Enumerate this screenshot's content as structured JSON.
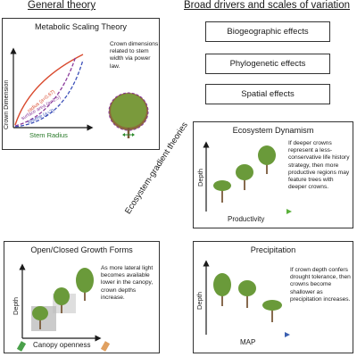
{
  "headings": {
    "general": "General theory",
    "broad": "Broad drivers and scales of variation"
  },
  "drivers": [
    "Biogeographic effects",
    "Phylogenetic effects",
    "Spatial effects"
  ],
  "diagonal_label": "Ecosystem-gradient theories",
  "metabolic": {
    "title": "Metabolic Scaling Theory",
    "description": "Crown dimensions related to stem width via power law.",
    "y_axis": "Crown Dimension",
    "x_axis": "Stem Radius",
    "curves": [
      "radius (a=0.67)",
      "surface area (a=1.5)",
      "volume (a=2)"
    ],
    "colors": {
      "radius": "#d94a2e",
      "surface": "#8a3a9a",
      "volume": "#3b4fb8"
    }
  },
  "dynamism": {
    "title": "Ecosystem Dynamism",
    "description": "If deeper crowns represent a less-conservative life history strategy, then more productive regions may feature trees with deeper crowns.",
    "y_axis": "Depth",
    "x_axis": "Productivity"
  },
  "growth_forms": {
    "title": "Open/Closed Growth Forms",
    "description": "As more lateral light becomes available lower in the canopy, crown depths increase.",
    "y_axis": "Depth",
    "x_axis": "Canopy openness"
  },
  "precipitation": {
    "title": "Precipitation",
    "description": "If crown depth confers drought tolerance, then crowns become shallower as precipitation increases.",
    "y_axis": "Depth",
    "x_axis": "MAP"
  },
  "colors": {
    "axis": "#1a1a1a",
    "green_axis": "#3a9a3a",
    "blue_axis": "#3a5fb0",
    "foliage": "#6a9a3a",
    "trunk": "#7a5a3a"
  }
}
